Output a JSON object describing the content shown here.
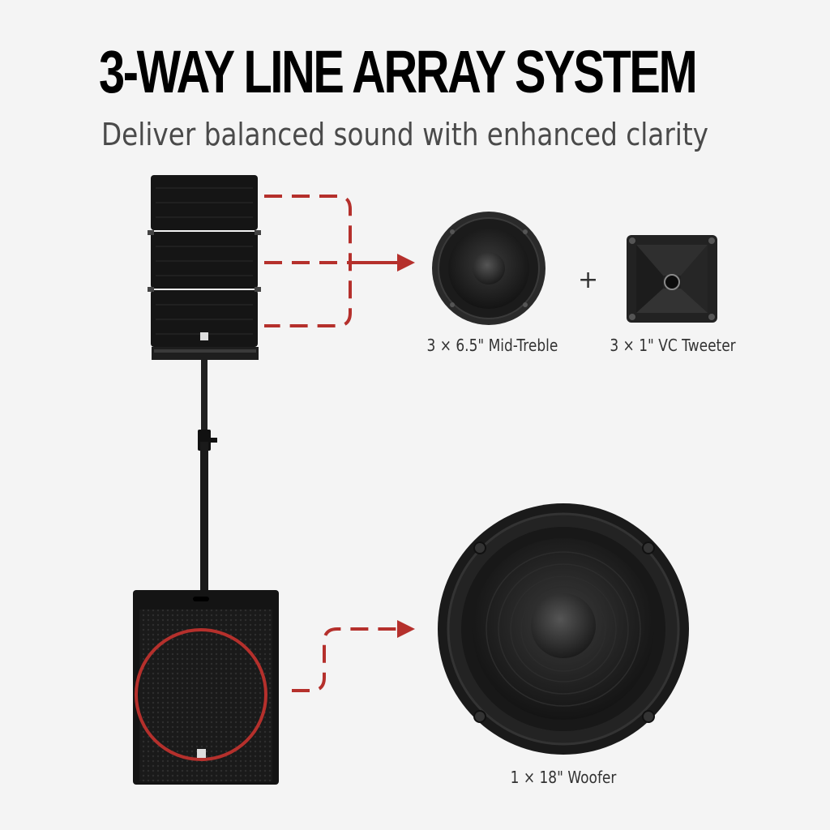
{
  "header": {
    "title": "3-WAY LINE ARRAY SYSTEM",
    "subtitle": "Deliver balanced sound with enhanced clarity"
  },
  "components": {
    "mid_treble_label": "3 × 6.5\" Mid-Treble",
    "tweeter_label": "3 × 1\" VC Tweeter",
    "plus_sign": "+",
    "woofer_label": "1 × 18\" Woofer"
  },
  "colors": {
    "accent_red": "#b5302c",
    "background": "#f4f4f4",
    "cabinet_black": "#161616"
  }
}
